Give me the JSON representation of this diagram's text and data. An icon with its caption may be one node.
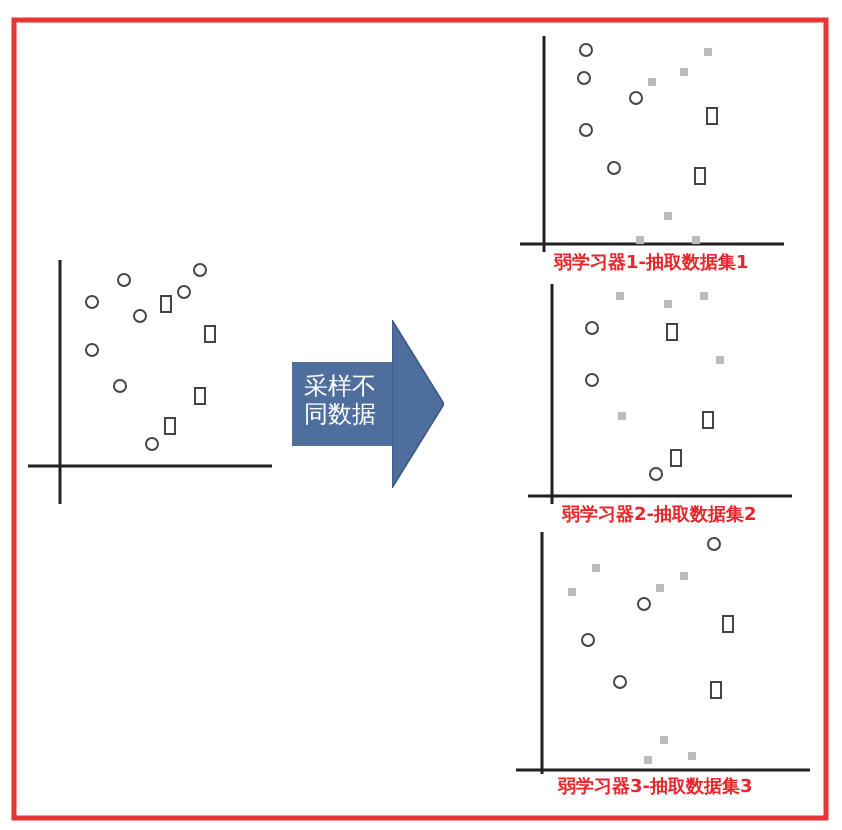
{
  "diagram": {
    "nodes": [
      {
        "text": [],
        "shape": "picture"
      },
      {
        "text": [],
        "shape": "picture",
        "beside": [
          "弱学习器1-抽取数据集1"
        ]
      },
      {
        "text": [],
        "shape": "picture",
        "beside": [
          "弱学习器2-抽取数据集2"
        ]
      },
      {
        "text": [],
        "shape": "picture",
        "beside": [
          "弱学习器3-抽取数据集3"
        ]
      }
    ],
    "edges": [
      {
        "from": 0,
        "to": 2,
        "arrow": "to",
        "label": "采样不同数据"
      }
    ]
  }
}
